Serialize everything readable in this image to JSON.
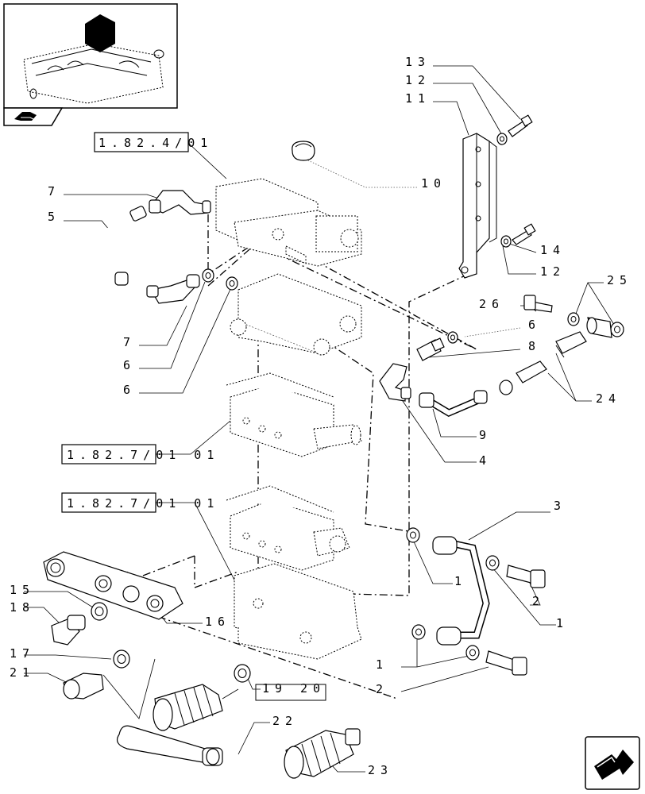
{
  "references": [
    "1.82.4/01",
    "1.82.7/01  01",
    "1.82.7/01  01"
  ],
  "callouts": [
    "13",
    "12",
    "11",
    "10",
    "7",
    "5",
    "7",
    "6",
    "6",
    "14",
    "12",
    "25",
    "26",
    "6",
    "8",
    "24",
    "9",
    "4",
    "3",
    "1",
    "2",
    "1",
    "1",
    "2",
    "15",
    "18",
    "16",
    "17",
    "21",
    "19",
    "20",
    "22",
    "23"
  ],
  "nav_icons": [
    "book-icon",
    "next-page-arrow-icon"
  ]
}
